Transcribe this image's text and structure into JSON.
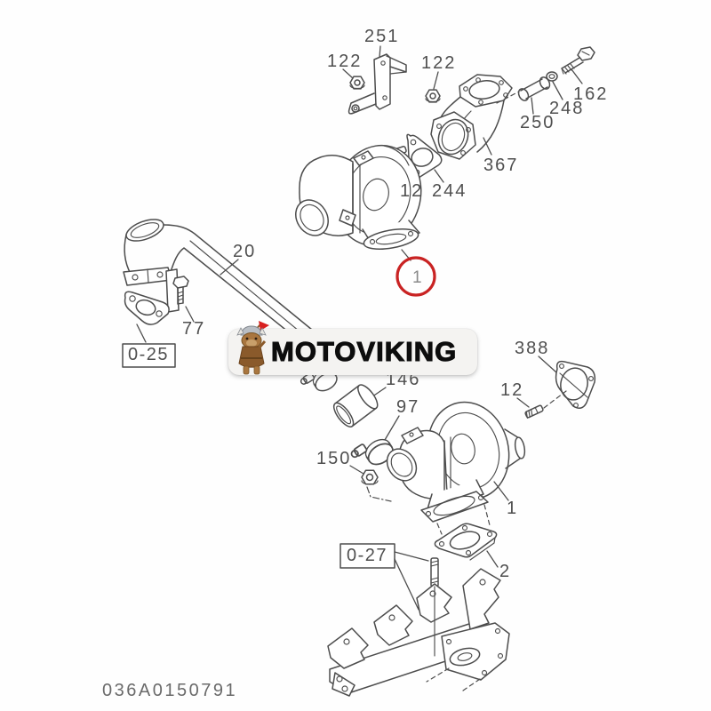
{
  "watermark": {
    "brand": "MOTOVIKING",
    "mascot": "viking-dog-icon"
  },
  "diagram_code": "036A0150791",
  "ref_boxes": {
    "upper": "0-25",
    "lower": "0-27"
  },
  "callouts": {
    "nut_upper_left": "122",
    "bracket": "251",
    "nut_upper_mid": "122",
    "bolt": "162",
    "washer": "248",
    "spacer": "250",
    "outlet_elbow": "367",
    "stud_upper": "12",
    "gasket_upper": "244",
    "turbo_upper": "1",
    "pipe": "20",
    "bolt_pipe": "77",
    "hose": "146",
    "clamp": "97",
    "nut_lower": "150",
    "gasket_right": "388",
    "stud_right": "12",
    "turbo_lower": "1",
    "gasket_lower": "2"
  },
  "colors": {
    "line": "#4d4d4d",
    "label": "#4f4f4f",
    "highlight_circle": "#c92323",
    "watermark_bg": "#f4f3f1",
    "brand_text": "#0d0d0d"
  }
}
